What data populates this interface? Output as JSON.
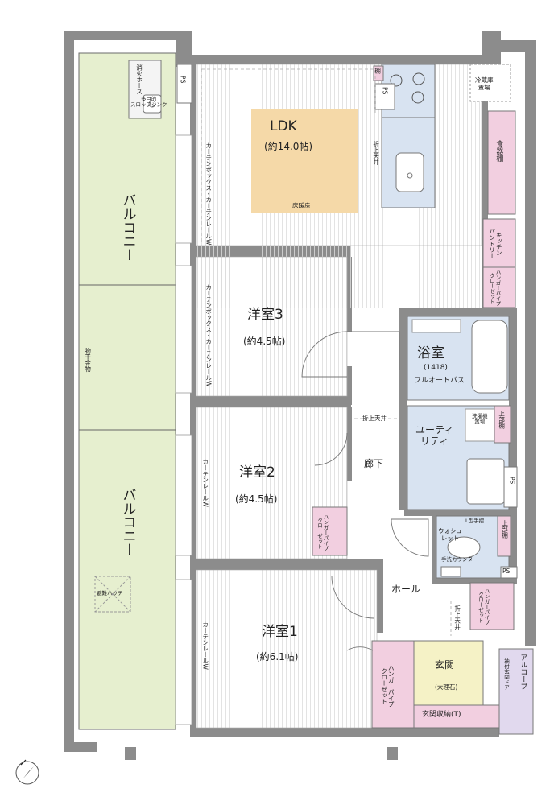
{
  "labels": {
    "ldk": "LDK",
    "ldk_size": "(約14.0帖)",
    "floor_heating": "床暖房",
    "fridge": "冷蔵庫\n置場",
    "shelf": "棚",
    "ps": "PS",
    "dish_shelf": "食器棚",
    "kitchen_pantry": "キッチン\nパントリー",
    "hanger_closet": "ハンガーパイプ\nクローゼット",
    "folding_ceiling": "折上天井",
    "curtain_box_rail_w": "カーテンボックス・カーテンレールW",
    "curtain_rail_w": "カーテンレールW",
    "balcony": "バルコニー",
    "drying_hardware": "物干金物",
    "fire_hose": "消火ホース",
    "multi_sink": "多目的\nスロップシンク",
    "evac_hatch": "避難ハッチ",
    "room3": "洋室3",
    "room3_size": "(約4.5帖)",
    "room2": "洋室2",
    "room2_size": "(約4.5帖)",
    "room1": "洋室1",
    "room1_size": "(約6.1帖)",
    "bath": "浴室",
    "bath_size": "(1418)",
    "bath_type": "フルオートバス",
    "utility": "ユーティ\nリティ",
    "washer": "洗濯機\n置場",
    "upper_shelf": "上部棚",
    "corridor": "廊下",
    "hall": "ホール",
    "washlet": "ウォシュ\nレット",
    "l_handrail": "L型手摺",
    "hand_wash": "手洗カウンター",
    "closet": "クローゼット",
    "entrance": "玄関",
    "entrance_stone": "(大理石)",
    "entrance_storage": "玄関収納(T)",
    "alcove": "アルコーブ",
    "sleeve_door": "袖付玄関ドア"
  },
  "colors": {
    "balcony": "#e6efcf",
    "floor_heating": "#f5d9a8",
    "kitchen": "#d8e3f1",
    "storage_pink": "#f2cfe0",
    "entrance": "#f5f2c6",
    "alcove": "#e1d9ee",
    "wall": "#8a8a8a"
  }
}
